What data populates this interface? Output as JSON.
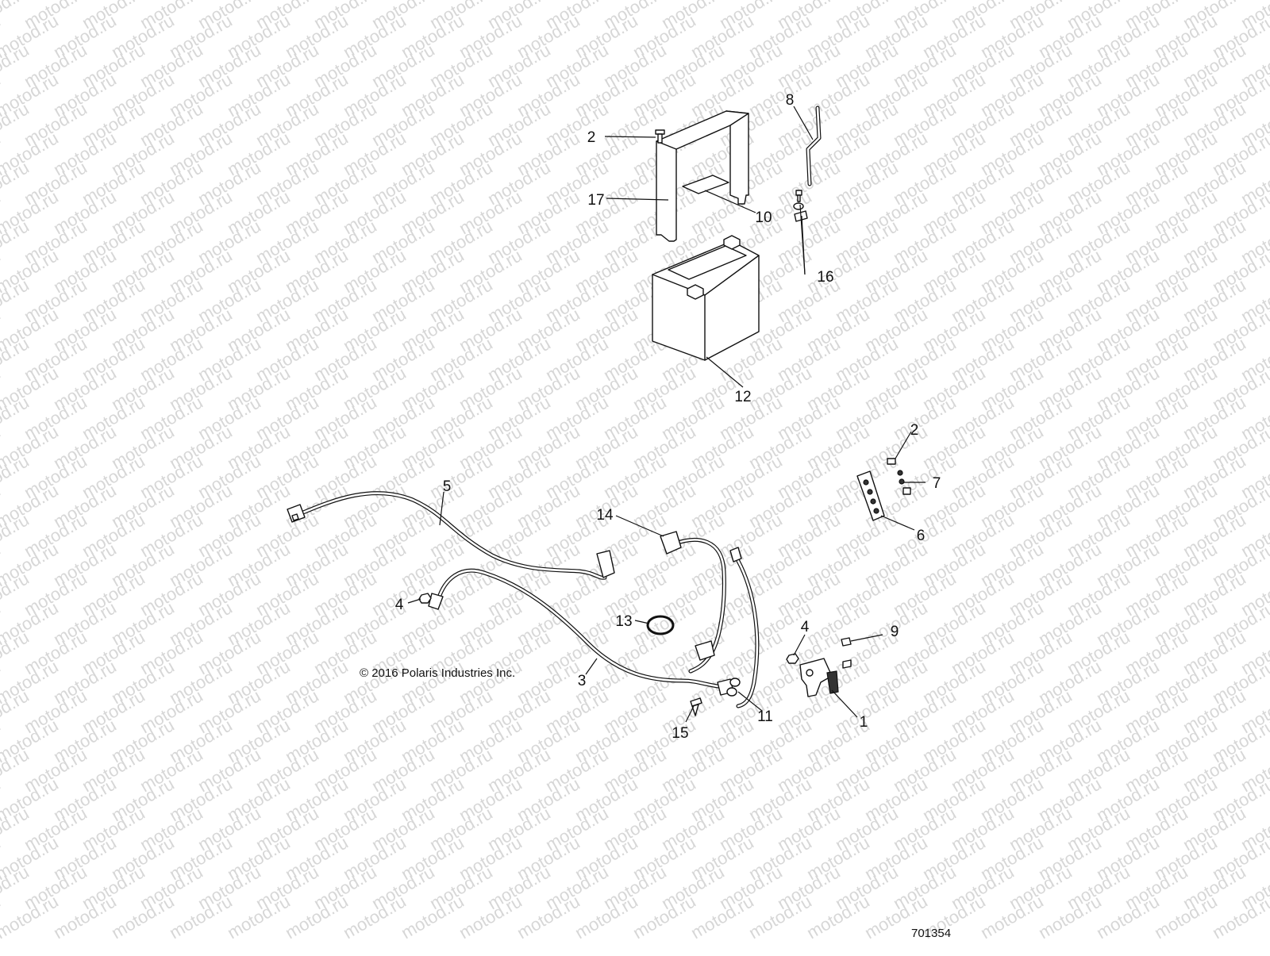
{
  "watermark": {
    "text": "motod.ru"
  },
  "copyright": "© 2016 Polaris Industries Inc.",
  "diagram_id": "701354",
  "callouts": {
    "c1": "1",
    "c2a": "2",
    "c2b": "2",
    "c3": "3",
    "c4a": "4",
    "c4b": "4",
    "c5": "5",
    "c6": "6",
    "c7": "7",
    "c8": "8",
    "c9": "9",
    "c10": "10",
    "c11": "11",
    "c12": "12",
    "c13": "13",
    "c14": "14",
    "c15": "15",
    "c16": "16",
    "c17": "17"
  }
}
